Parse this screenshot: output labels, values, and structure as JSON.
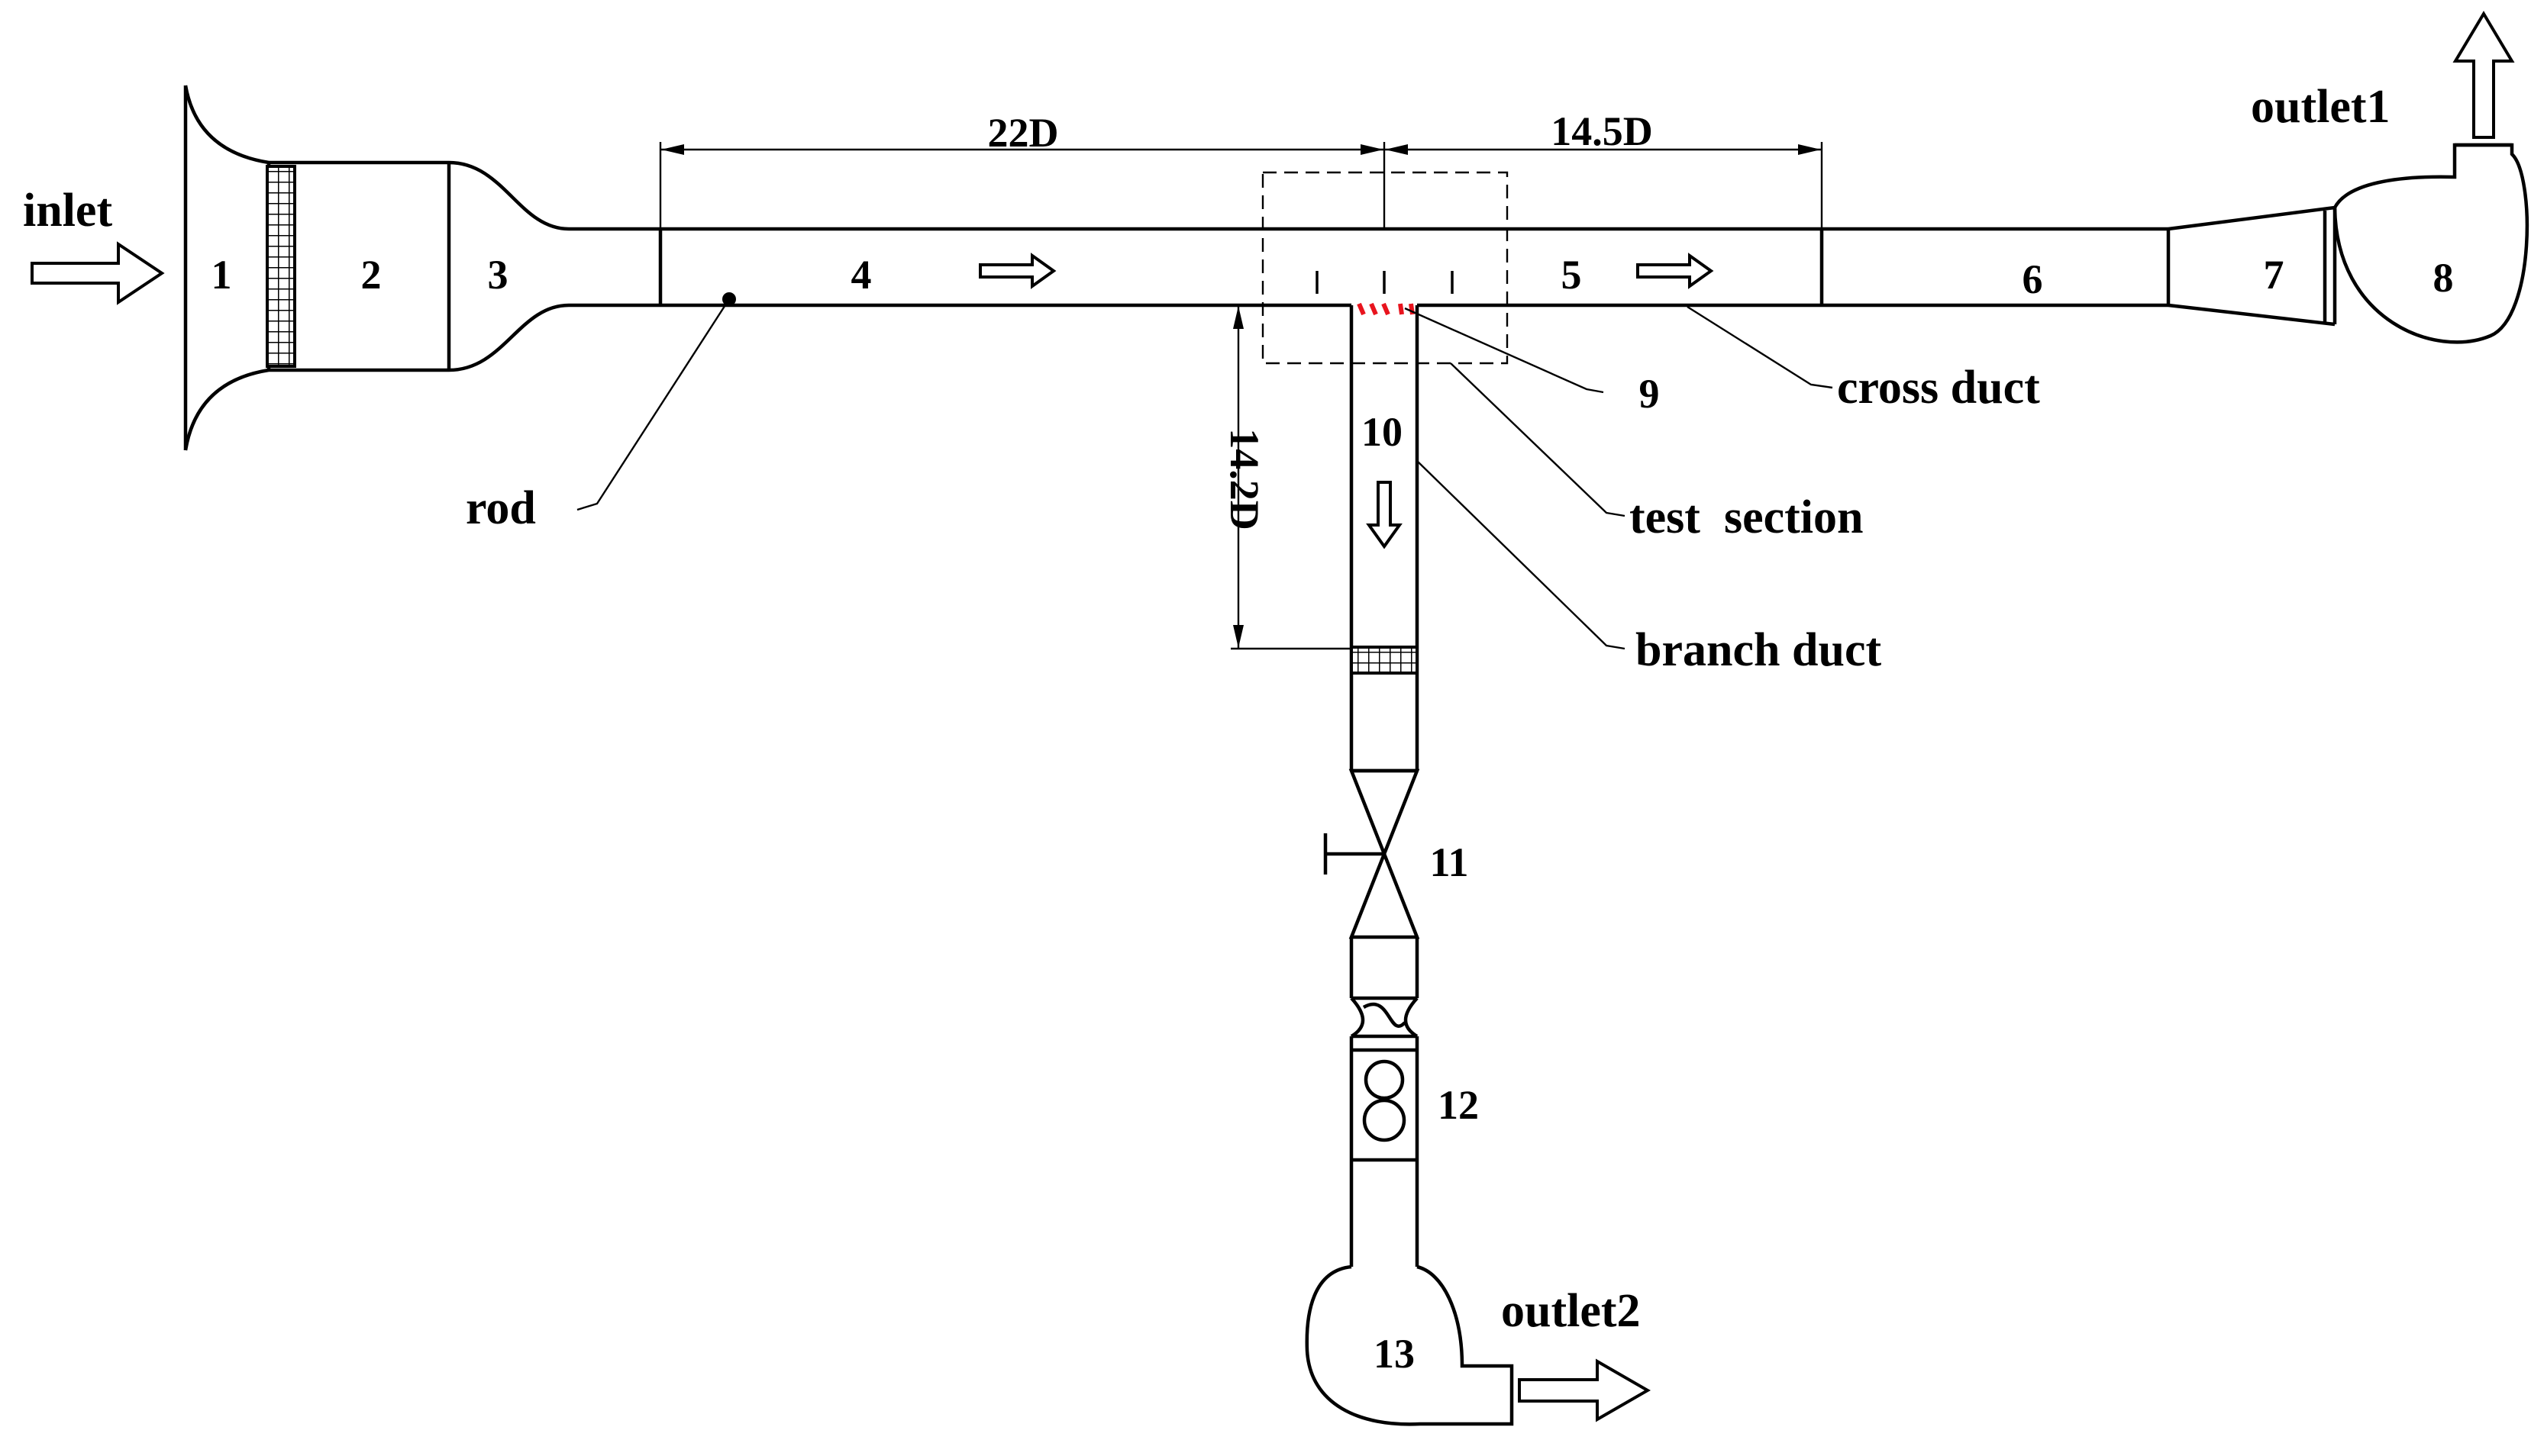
{
  "labels": {
    "inlet": "inlet",
    "outlet1": "outlet1",
    "outlet2": "outlet2",
    "rod": "rod",
    "cross_duct": "cross duct",
    "test_section": "test  section",
    "branch_duct": "branch duct",
    "n1": "1",
    "n2": "2",
    "n3": "3",
    "n4": "4",
    "n5": "5",
    "n6": "6",
    "n7": "7",
    "n8": "8",
    "n9": "9",
    "n10": "10",
    "n11": "11",
    "n12": "12",
    "n13": "13"
  },
  "dimensions": {
    "upstream": "22D",
    "downstream": "14.5D",
    "branch": "14.2D"
  },
  "colors": {
    "line": "#000000",
    "sensor_marks": "#e8141e"
  }
}
